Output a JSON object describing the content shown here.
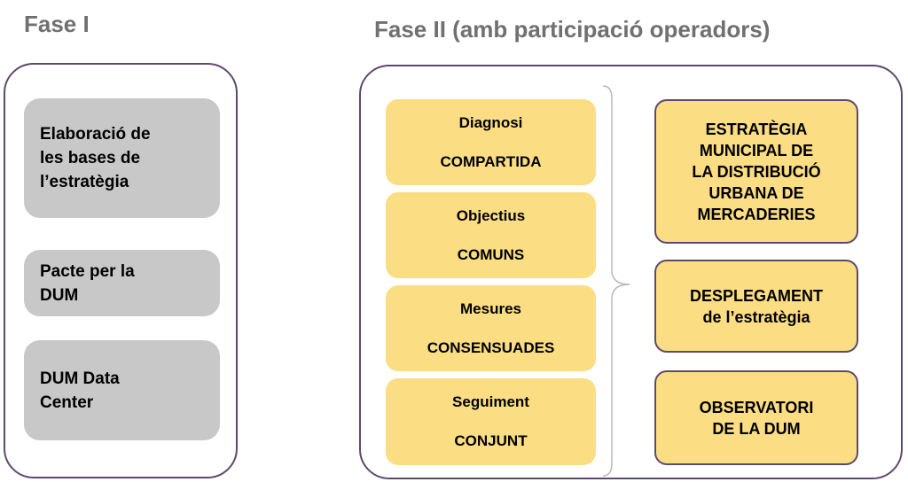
{
  "phase1": {
    "title": "Fase I",
    "boxes": [
      {
        "lines": [
          "Elaboració de",
          "les bases de",
          "l’estratègia"
        ]
      },
      {
        "lines": [
          "Pacte per la",
          "DUM"
        ]
      },
      {
        "lines": [
          "DUM Data",
          "Center"
        ]
      }
    ]
  },
  "phase2": {
    "title": "Fase II (amb participació operadors)",
    "steps": [
      {
        "label": "Diagnosi",
        "qualifier": "COMPARTIDA"
      },
      {
        "label": "Objectius",
        "qualifier": "COMUNS"
      },
      {
        "label": "Mesures",
        "qualifier": "CONSENSUADES"
      },
      {
        "label": "Seguiment",
        "qualifier": "CONJUNT"
      }
    ],
    "outcomes": [
      {
        "lines": [
          "ESTRATÈGIA",
          "MUNICIPAL DE",
          "LA DISTRIBUCIÓ",
          "URBANA DE",
          "MERCADERIES"
        ]
      },
      {
        "lines": [
          "DESPLEGAMENT",
          "de l’estratègia"
        ]
      },
      {
        "lines": [
          "OBSERVATORI",
          "DE LA DUM"
        ]
      }
    ]
  },
  "colors": {
    "title_gray": "#707070",
    "frame_border": "#5c4a6e",
    "gray_box": "#c8c8c8",
    "yellow_box": "#fbdd84"
  }
}
